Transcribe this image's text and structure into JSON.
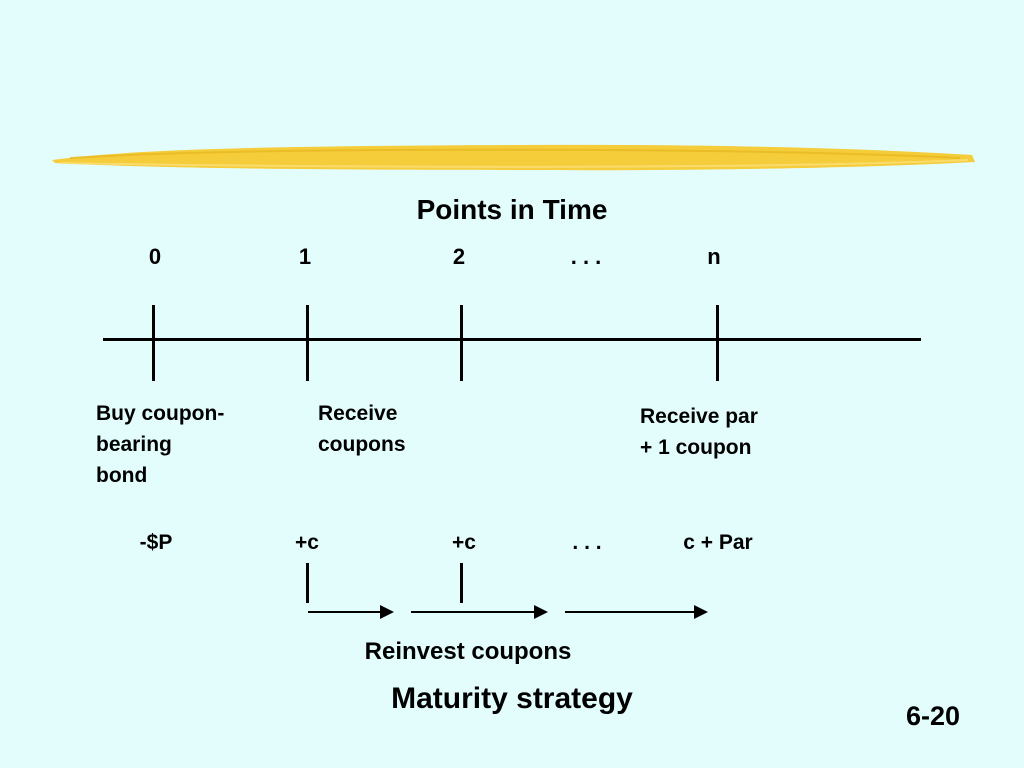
{
  "header": {
    "banner_color": "#f5cc3a",
    "background_color": "#e3fdfd"
  },
  "timeline": {
    "title": "Points in Time",
    "ticks": [
      "0",
      "1",
      "2",
      ". . .",
      "n"
    ]
  },
  "descriptions": {
    "buy": [
      "Buy coupon-",
      "bearing",
      "bond"
    ],
    "receive": [
      "Receive",
      "coupons"
    ],
    "receive_par": [
      "Receive par",
      "+ 1 coupon"
    ]
  },
  "cash_flows": [
    "-$P",
    "+c",
    "+c",
    ". . .",
    "c + Par"
  ],
  "reinvest_label": "Reinvest coupons",
  "strategy_title": "Maturity strategy",
  "slide_number": "6-20"
}
